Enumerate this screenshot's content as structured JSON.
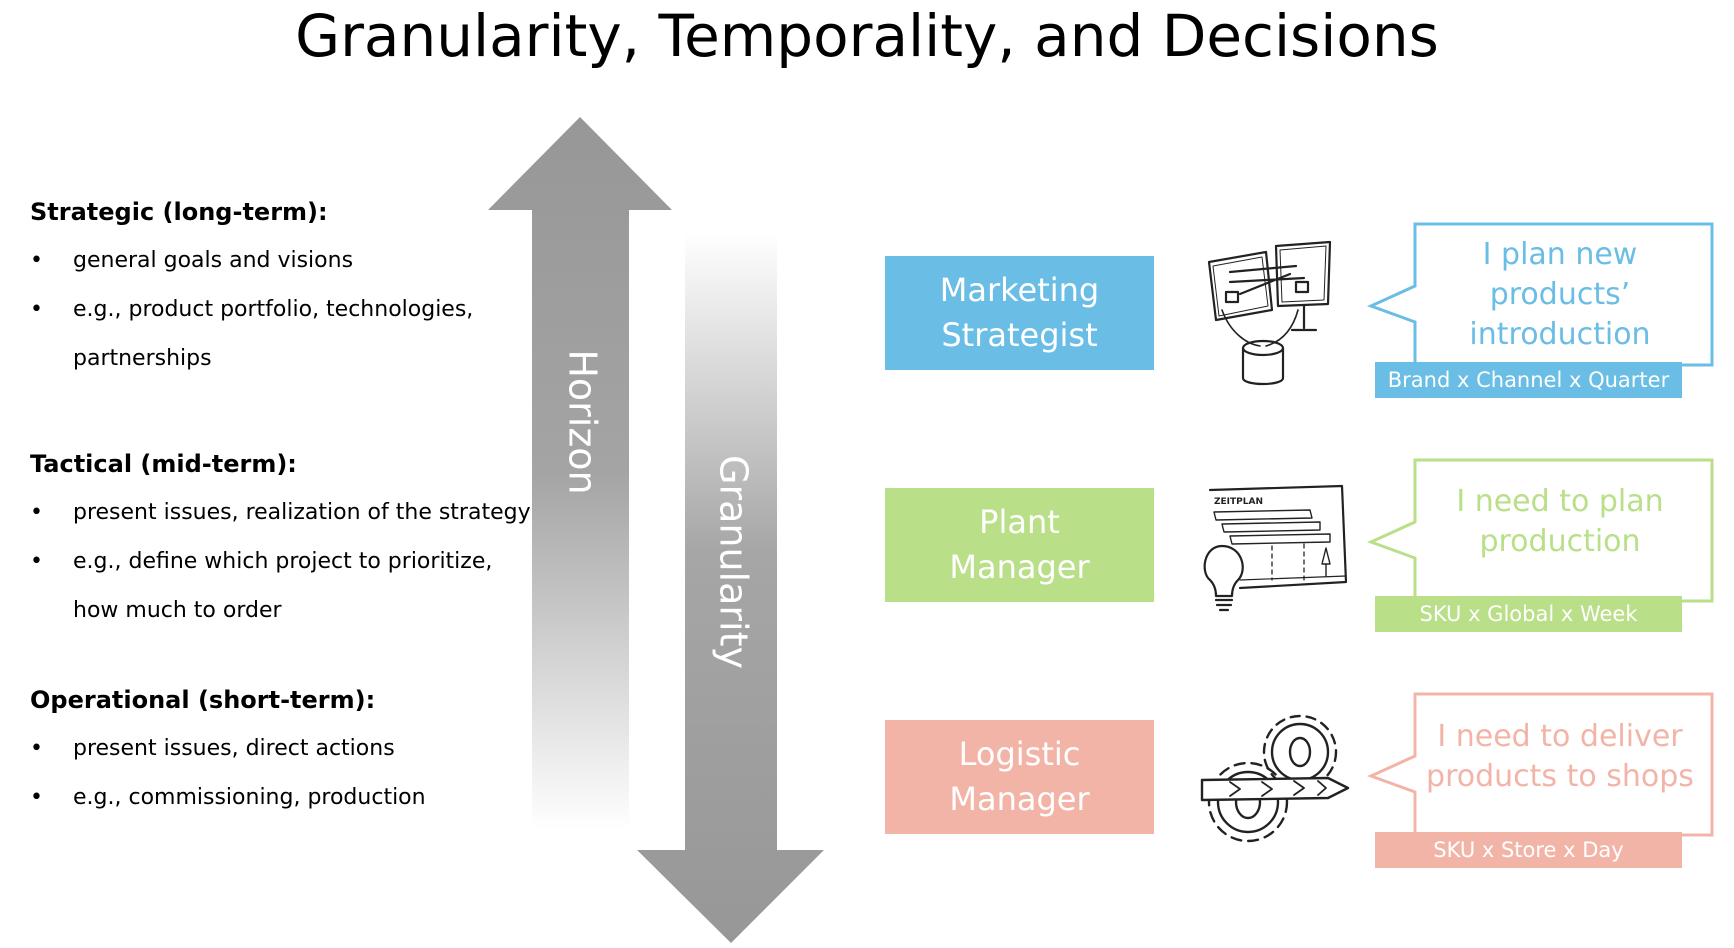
{
  "title": "Granularity, Temporality, and Decisions",
  "levels": [
    {
      "heading": "Strategic (long-term):",
      "bullets": [
        [
          "general goals and visions"
        ],
        [
          "e.g., product portfolio, technologies,",
          "partnerships"
        ]
      ]
    },
    {
      "heading": "Tactical (mid-term):",
      "bullets": [
        [
          "present issues, realization of the strategy"
        ],
        [
          "e.g., define which project to prioritize,",
          "how much to order"
        ]
      ]
    },
    {
      "heading": "Operational (short-term):",
      "bullets": [
        [
          "present issues, direct actions"
        ],
        [
          "e.g., commissioning, production"
        ]
      ]
    }
  ],
  "bullet_symbol": "•",
  "arrows": {
    "horizon_label": "Horizon",
    "granularity_label": "Granularity"
  },
  "roles": [
    {
      "name_lines": [
        "Marketing",
        "Strategist"
      ],
      "color": "#6ABDE4",
      "icon": "whiteboard-database-icon",
      "speech_lines": [
        "I plan new",
        "products’",
        "introduction"
      ],
      "tag": "Brand x Channel x Quarter"
    },
    {
      "name_lines": [
        "Plant",
        "Manager"
      ],
      "color": "#B9DF88",
      "icon": "schedule-lightbulb-icon",
      "icon_text": "ZEITPLAN",
      "speech_lines": [
        "I need to plan",
        "production"
      ],
      "tag": "SKU x Global x Week"
    },
    {
      "name_lines": [
        "Logistic",
        "Manager"
      ],
      "color": "#F3B4A8",
      "icon": "gears-process-icon",
      "speech_lines": [
        "I need to deliver",
        "products to shops"
      ],
      "tag": "SKU x Store x Day"
    }
  ]
}
